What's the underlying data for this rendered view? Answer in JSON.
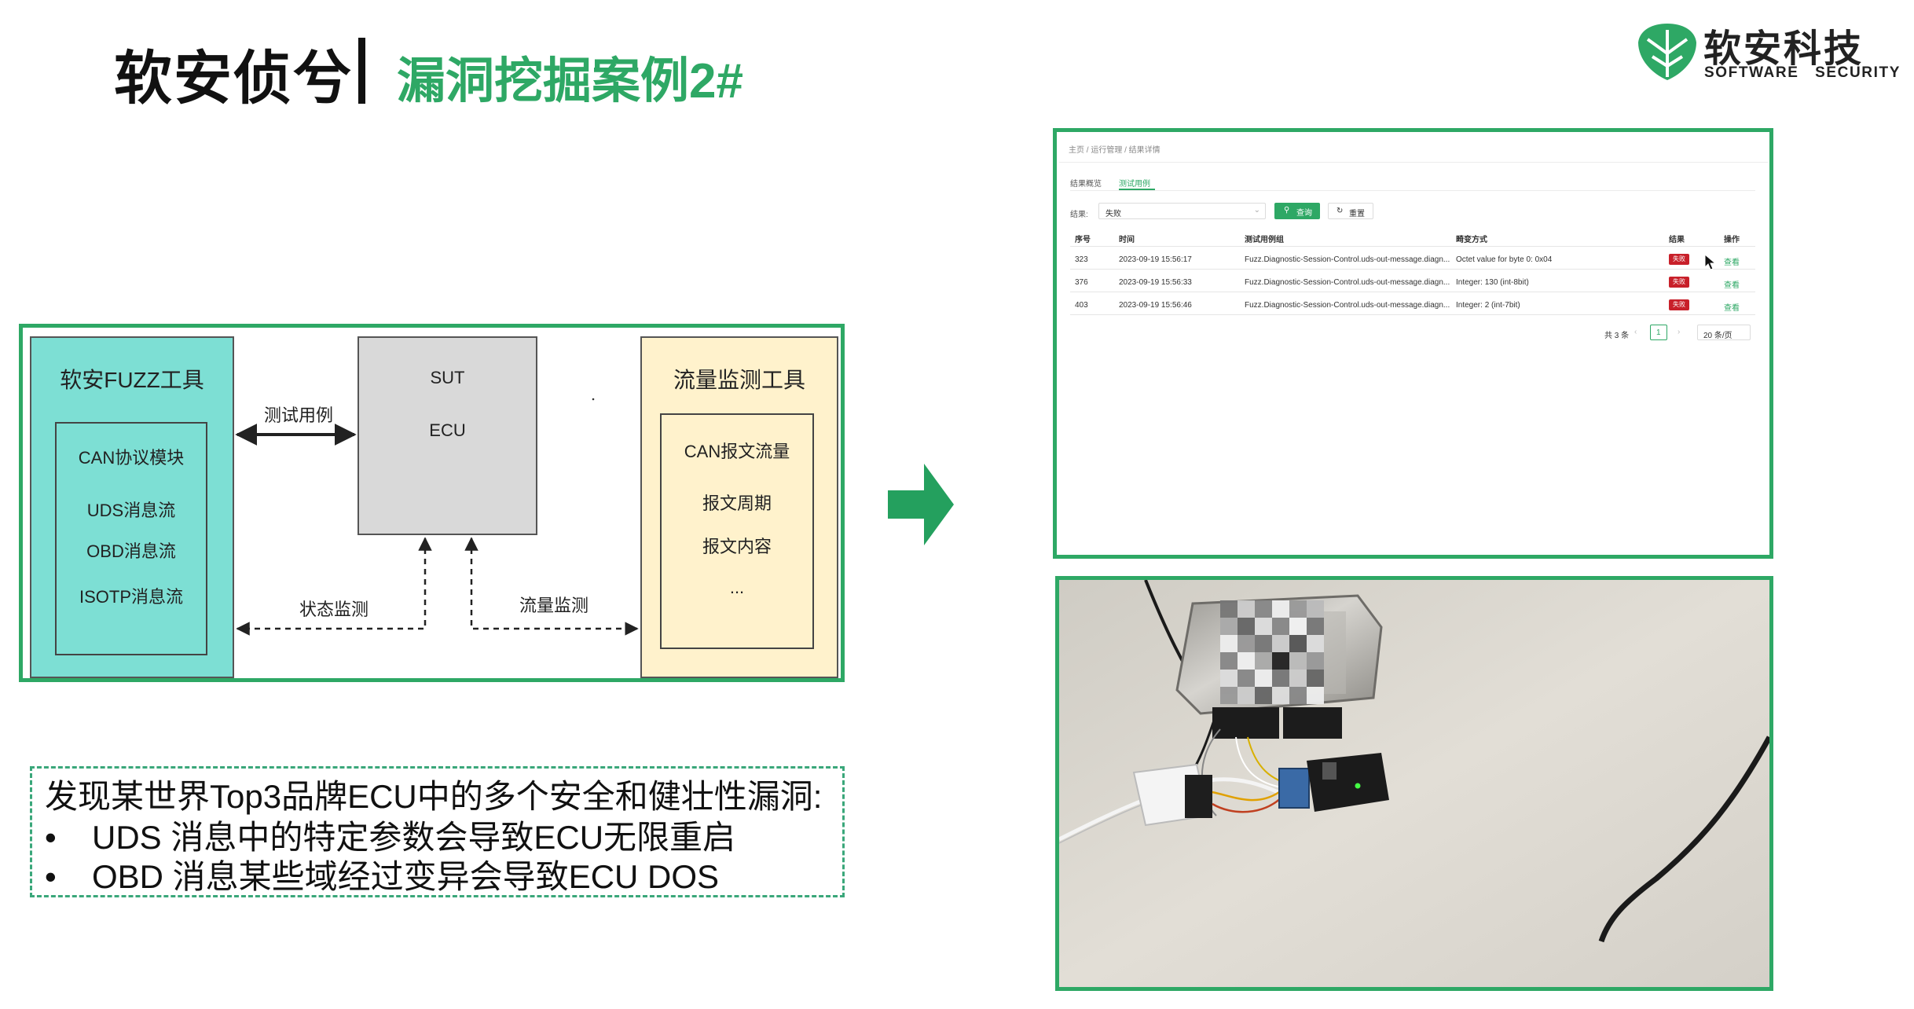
{
  "header": {
    "title": "软安侦兮",
    "subtitle": "漏洞挖掘案例2#"
  },
  "logo": {
    "name_cn": "软安科技",
    "name_en": "SOFTWARE   SECURITY",
    "icon": "shield-leaf-icon",
    "color": "#2ea865"
  },
  "diagram": {
    "fuzz_tool": {
      "title": "软安FUZZ工具",
      "items": [
        "CAN协议模块",
        "UDS消息流",
        "OBD消息流",
        "ISOTP消息流"
      ]
    },
    "sut": {
      "line1": "SUT",
      "line2": "ECU"
    },
    "monitor_tool": {
      "title": "流量监测工具",
      "items": [
        "CAN报文流量",
        "报文周期",
        "报文内容",
        "..."
      ]
    },
    "edges": {
      "test_cases": "测试用例",
      "status_monitor": "状态监测",
      "traffic_monitor": "流量监测"
    },
    "colors": {
      "fuzz_fill": "#7ddfd4",
      "sut_fill": "#d9d9d9",
      "monitor_fill": "#fff2cc",
      "frame": "#2ea865"
    }
  },
  "findings": {
    "title": "发现某世界Top3品牌ECU中的多个安全和健壮性漏洞:",
    "bullet": "•",
    "items": [
      "UDS 消息中的特定参数会导致ECU无限重启",
      "OBD 消息某些域经过变异会导致ECU DOS"
    ]
  },
  "screenshot": {
    "breadcrumb": "主页  /  运行管理  /  结果详情",
    "tabs": [
      "结果概览",
      "测试用例"
    ],
    "active_tab": 1,
    "filter_label": "结果:",
    "filter_value": "失败",
    "search_button": "查询",
    "reset_button": "重置",
    "columns": [
      "序号",
      "时间",
      "测试用例组",
      "畸变方式",
      "结果",
      "操作"
    ],
    "rows": [
      {
        "id": "323",
        "time": "2023-09-19 15:56:17",
        "group": "Fuzz.Diagnostic-Session-Control.uds-out-message.diagn...",
        "mutation": "Octet value for byte 0: 0x04",
        "result": "失败",
        "action": "查看"
      },
      {
        "id": "376",
        "time": "2023-09-19 15:56:33",
        "group": "Fuzz.Diagnostic-Session-Control.uds-out-message.diagn...",
        "mutation": "Integer: 130 (int-8bit)",
        "result": "失败",
        "action": "查看"
      },
      {
        "id": "403",
        "time": "2023-09-19 15:56:46",
        "group": "Fuzz.Diagnostic-Session-Control.uds-out-message.diagn...",
        "mutation": "Integer: 2 (int-7bit)",
        "result": "失败",
        "action": "查看"
      }
    ],
    "pagination": {
      "total": "共 3 条",
      "prev": "‹",
      "page": "1",
      "next": "›",
      "page_size": "20 条/页"
    }
  }
}
